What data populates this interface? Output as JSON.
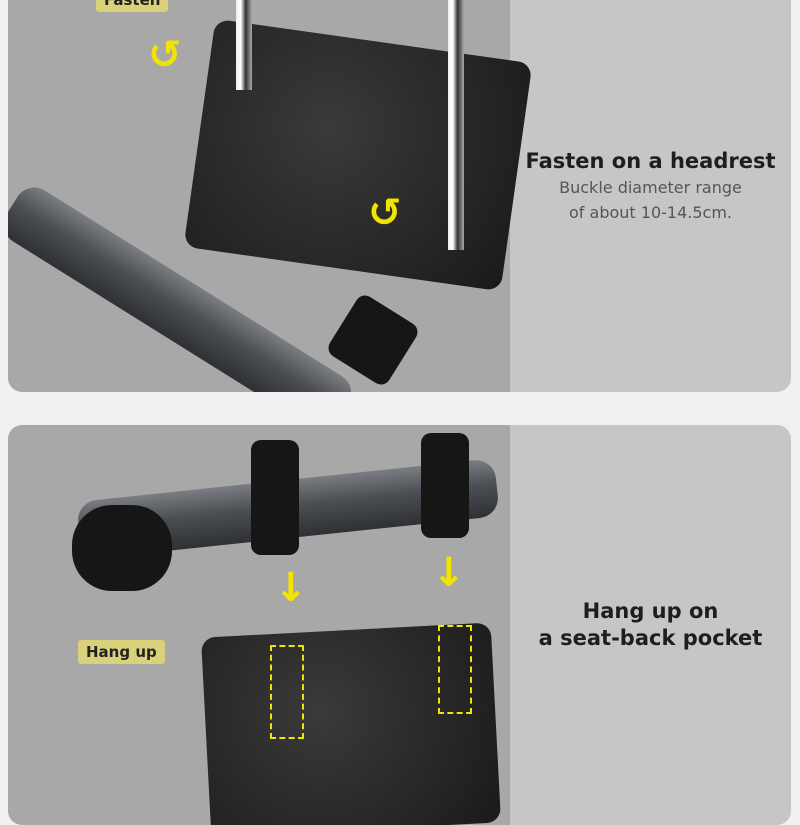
{
  "panel_top": {
    "label": "Fasten",
    "heading": "Fasten on a headrest",
    "line1": "Buckle diameter range",
    "line2": "of about 10-14.5cm."
  },
  "panel_bottom": {
    "label": "Hang up",
    "heading_line1": "Hang up on",
    "heading_line2": "a seat-back pocket"
  },
  "colors": {
    "accent": "#f0e400",
    "panel": "#a8a8a8",
    "text_panel": "#c6c6c6"
  }
}
